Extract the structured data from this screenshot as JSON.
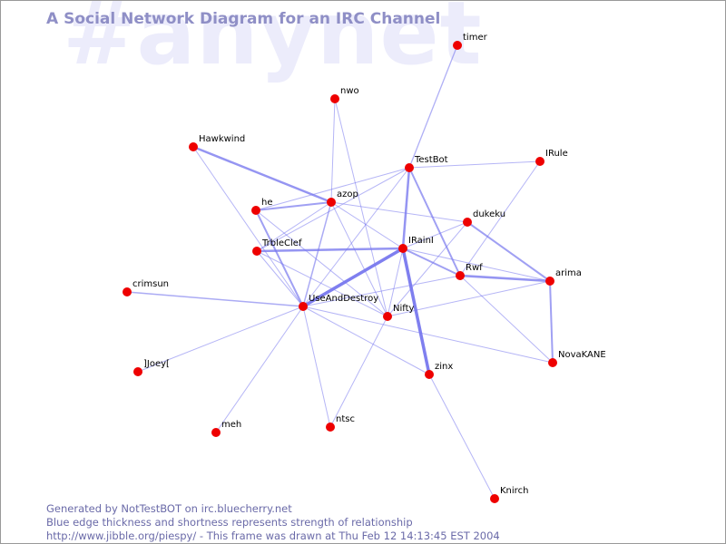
{
  "window": {
    "title": "A Social Network Diagram for an IRC Channel",
    "channel_watermark": "#anynet"
  },
  "footer": {
    "line1": "Generated by NotTestBOT on irc.bluecherry.net",
    "line2": "Blue edge thickness and shortness represents strength of relationship",
    "line3": "http://www.jibble.org/piespy/ - This frame was drawn at Thu Feb 12 14:13:45 EST 2004"
  },
  "colors": {
    "node": "#ee0000",
    "edge": "#7777ee",
    "title": "#8f8fc6",
    "watermark": "#ececfb",
    "footer": "#6a6aa8"
  },
  "graph": {
    "nodes": [
      {
        "id": "timer",
        "label": "timer"
      },
      {
        "id": "nwo",
        "label": "nwo"
      },
      {
        "id": "Hawkwind",
        "label": "Hawkwind"
      },
      {
        "id": "TestBot",
        "label": "TestBot"
      },
      {
        "id": "IRule",
        "label": "IRule"
      },
      {
        "id": "he",
        "label": "he"
      },
      {
        "id": "azop",
        "label": "azop"
      },
      {
        "id": "dukeku",
        "label": "dukeku"
      },
      {
        "id": "TrbleClef",
        "label": "TrbleClef"
      },
      {
        "id": "IRainI",
        "label": "IRainI"
      },
      {
        "id": "Rwf",
        "label": "Rwf"
      },
      {
        "id": "arima",
        "label": "arima"
      },
      {
        "id": "crimsun",
        "label": "crimsun"
      },
      {
        "id": "UseAndDestroy",
        "label": "UseAndDestroy"
      },
      {
        "id": "Nifty",
        "label": "Nifty"
      },
      {
        "id": "JJoeyI",
        "label": "]Joey["
      },
      {
        "id": "NovaKANE",
        "label": "NovaKANE"
      },
      {
        "id": "zinx",
        "label": "zinx"
      },
      {
        "id": "meh",
        "label": "meh"
      },
      {
        "id": "ntsc",
        "label": "ntsc"
      },
      {
        "id": "Knirch",
        "label": "Knirch"
      }
    ],
    "edges": [
      {
        "source": "timer",
        "target": "TestBot",
        "weight": 1.3
      },
      {
        "source": "nwo",
        "target": "azop",
        "weight": 1
      },
      {
        "source": "nwo",
        "target": "Nifty",
        "weight": 1
      },
      {
        "source": "Hawkwind",
        "target": "azop",
        "weight": 2.5
      },
      {
        "source": "Hawkwind",
        "target": "UseAndDestroy",
        "weight": 1
      },
      {
        "source": "TestBot",
        "target": "IRule",
        "weight": 1
      },
      {
        "source": "TestBot",
        "target": "he",
        "weight": 1
      },
      {
        "source": "TestBot",
        "target": "IRainI",
        "weight": 2.5
      },
      {
        "source": "TestBot",
        "target": "Rwf",
        "weight": 2
      },
      {
        "source": "TestBot",
        "target": "UseAndDestroy",
        "weight": 1
      },
      {
        "source": "TestBot",
        "target": "TrbleClef",
        "weight": 1
      },
      {
        "source": "IRule",
        "target": "Rwf",
        "weight": 1
      },
      {
        "source": "he",
        "target": "azop",
        "weight": 2
      },
      {
        "source": "he",
        "target": "UseAndDestroy",
        "weight": 2
      },
      {
        "source": "he",
        "target": "Nifty",
        "weight": 1
      },
      {
        "source": "azop",
        "target": "UseAndDestroy",
        "weight": 1.5
      },
      {
        "source": "azop",
        "target": "IRainI",
        "weight": 1
      },
      {
        "source": "azop",
        "target": "dukeku",
        "weight": 1
      },
      {
        "source": "azop",
        "target": "TrbleClef",
        "weight": 1
      },
      {
        "source": "azop",
        "target": "Nifty",
        "weight": 1
      },
      {
        "source": "dukeku",
        "target": "IRainI",
        "weight": 1
      },
      {
        "source": "dukeku",
        "target": "arima",
        "weight": 2
      },
      {
        "source": "dukeku",
        "target": "Nifty",
        "weight": 1
      },
      {
        "source": "TrbleClef",
        "target": "IRainI",
        "weight": 2.5
      },
      {
        "source": "TrbleClef",
        "target": "UseAndDestroy",
        "weight": 1
      },
      {
        "source": "TrbleClef",
        "target": "Nifty",
        "weight": 1
      },
      {
        "source": "IRainI",
        "target": "UseAndDestroy",
        "weight": 3.5
      },
      {
        "source": "IRainI",
        "target": "zinx",
        "weight": 3.5
      },
      {
        "source": "IRainI",
        "target": "Rwf",
        "weight": 2
      },
      {
        "source": "IRainI",
        "target": "Nifty",
        "weight": 1
      },
      {
        "source": "IRainI",
        "target": "arima",
        "weight": 1
      },
      {
        "source": "Rwf",
        "target": "arima",
        "weight": 2.5
      },
      {
        "source": "Rwf",
        "target": "UseAndDestroy",
        "weight": 1
      },
      {
        "source": "Rwf",
        "target": "NovaKANE",
        "weight": 1
      },
      {
        "source": "arima",
        "target": "NovaKANE",
        "weight": 2
      },
      {
        "source": "arima",
        "target": "Nifty",
        "weight": 1
      },
      {
        "source": "crimsun",
        "target": "UseAndDestroy",
        "weight": 1.5
      },
      {
        "source": "UseAndDestroy",
        "target": "JJoeyI",
        "weight": 1
      },
      {
        "source": "UseAndDestroy",
        "target": "meh",
        "weight": 1
      },
      {
        "source": "UseAndDestroy",
        "target": "ntsc",
        "weight": 1
      },
      {
        "source": "UseAndDestroy",
        "target": "zinx",
        "weight": 1
      },
      {
        "source": "UseAndDestroy",
        "target": "NovaKANE",
        "weight": 1
      },
      {
        "source": "Nifty",
        "target": "ntsc",
        "weight": 1
      },
      {
        "source": "zinx",
        "target": "Knirch",
        "weight": 1
      }
    ]
  }
}
